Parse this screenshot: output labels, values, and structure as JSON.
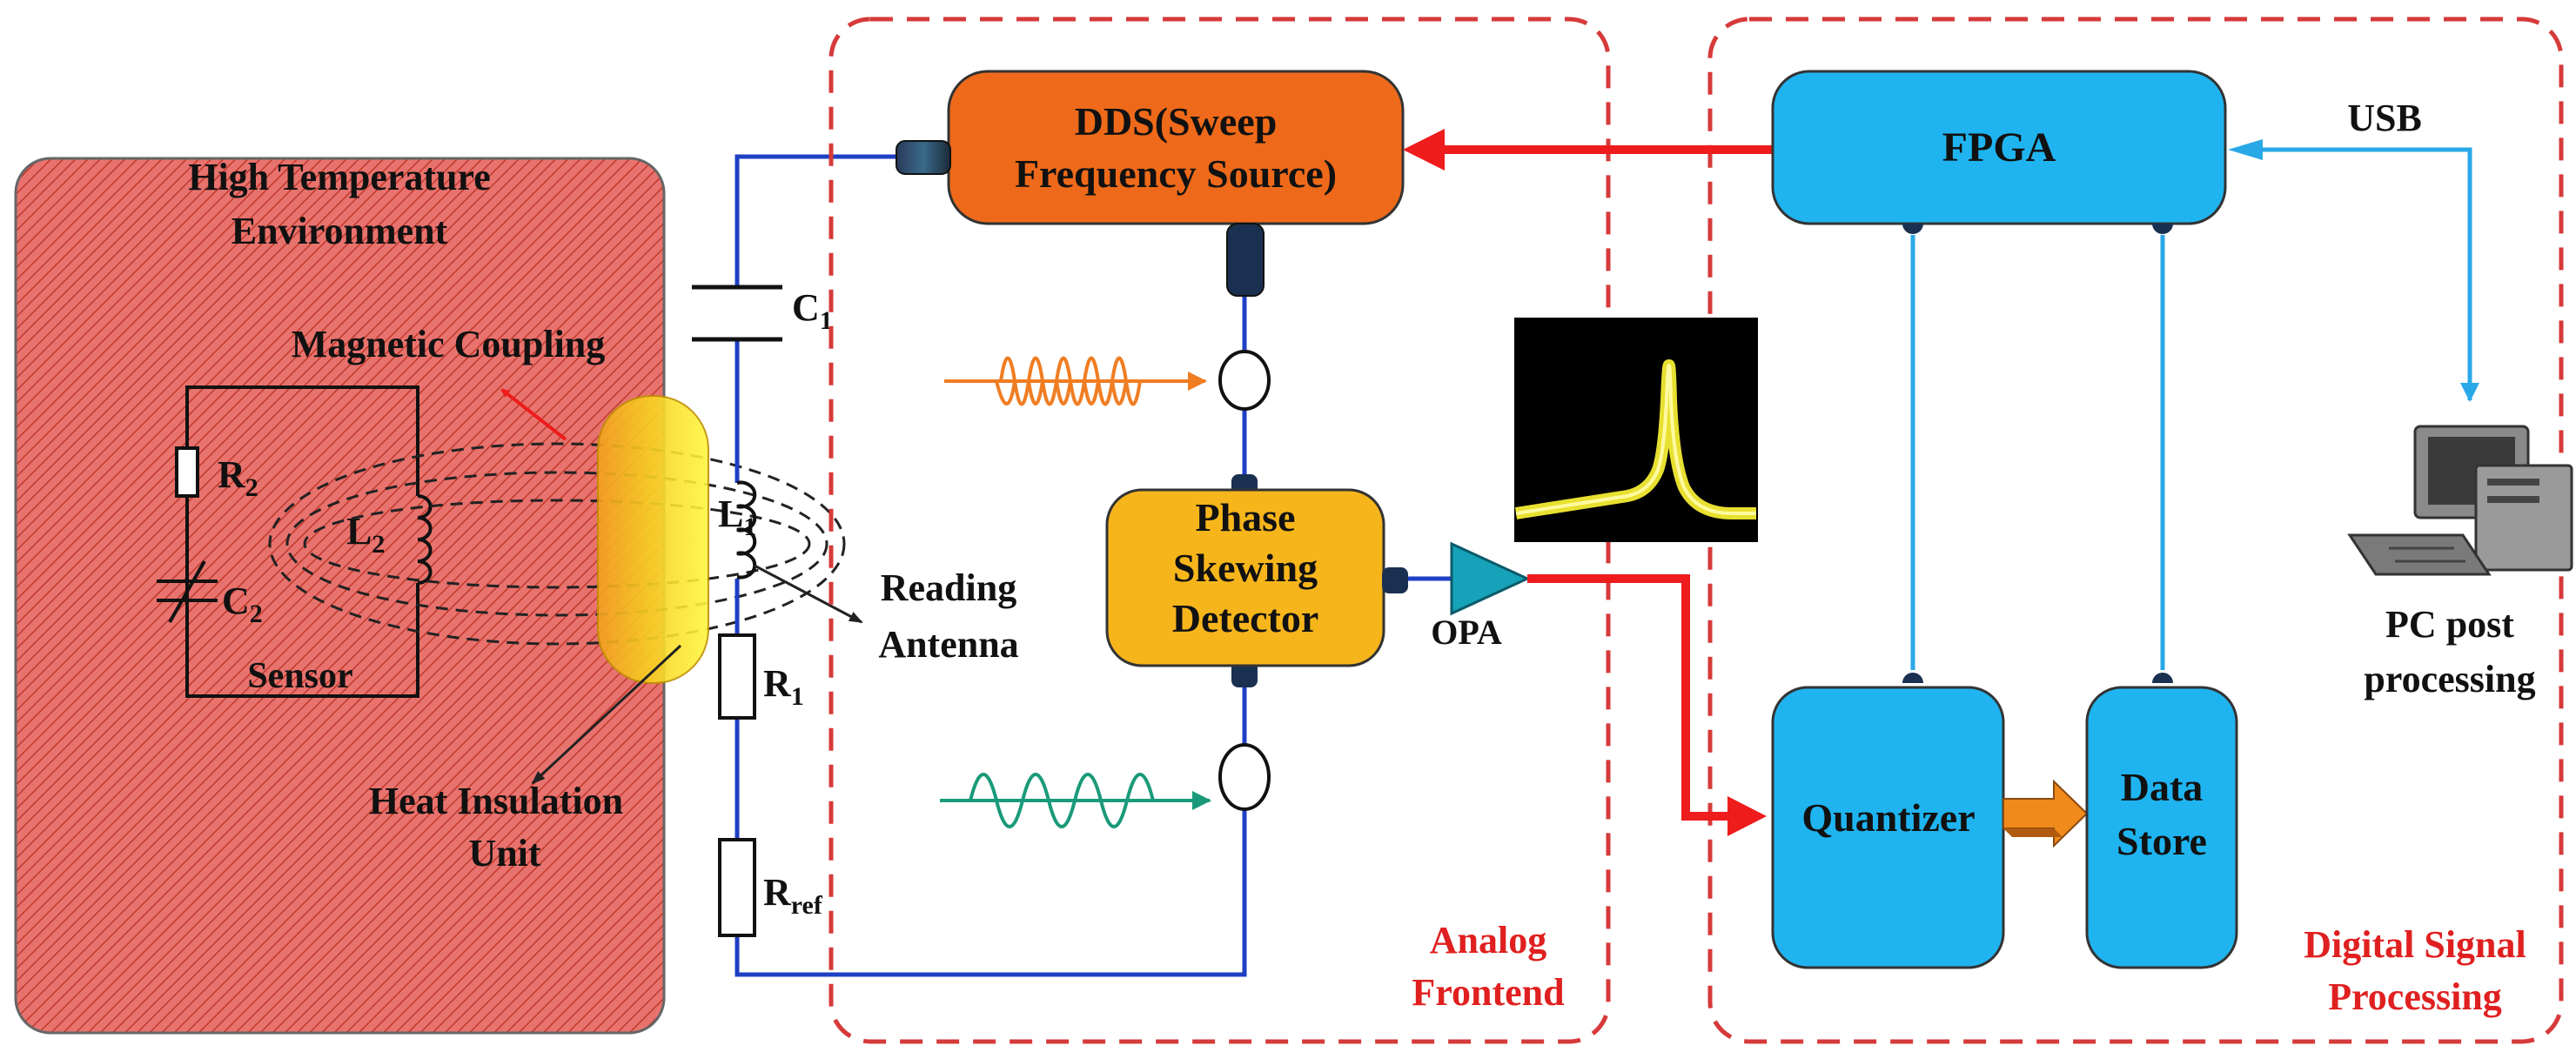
{
  "environment": {
    "line1": "High Temperature",
    "line2": "Environment"
  },
  "labels": {
    "magnetic_coupling": "Magnetic Coupling",
    "sensor": "Sensor",
    "heat_line1": "Heat Insulation",
    "heat_line2": "Unit",
    "reading_line1": "Reading",
    "reading_line2": "Antenna",
    "opa": "OPA",
    "usb": "USB",
    "pc_line1": "PC post",
    "pc_line2": "processing"
  },
  "components": {
    "c1": {
      "main": "C",
      "sub": "1"
    },
    "c2": {
      "main": "C",
      "sub": "2"
    },
    "r1": {
      "main": "R",
      "sub": "1"
    },
    "r2": {
      "main": "R",
      "sub": "2"
    },
    "rref": {
      "main": "R",
      "sub": "ref"
    },
    "l1": {
      "main": "L",
      "sub": "1"
    },
    "l2": {
      "main": "L",
      "sub": "2"
    }
  },
  "blocks": {
    "dds_line1": "DDS(Sweep",
    "dds_line2": "Frequency Source)",
    "psd_line1": "Phase",
    "psd_line2": "Skewing",
    "psd_line3": "Detector",
    "fpga": "FPGA",
    "quantizer": "Quantizer",
    "data_store_line1": "Data",
    "data_store_line2": "Store"
  },
  "regions": {
    "analog_line1": "Analog",
    "analog_line2": "Frontend",
    "digital_line1": "Digital Signal",
    "digital_line2": "Processing"
  },
  "colors": {
    "environment_fill": "#e8736e",
    "environment_hatch": "#c0392b",
    "dds": "#ee6a1a",
    "psd": "#f7b51c",
    "digital_block": "#1fb4f0",
    "red_signal": "#ee1c1c",
    "circuit_wire": "#1f3fc4",
    "digital_wire": "#29a8e8",
    "orange_wave": "#f07d22",
    "green_wave": "#1a9a7a",
    "region_border": "#d63a3a",
    "region_label": "#e02020"
  }
}
